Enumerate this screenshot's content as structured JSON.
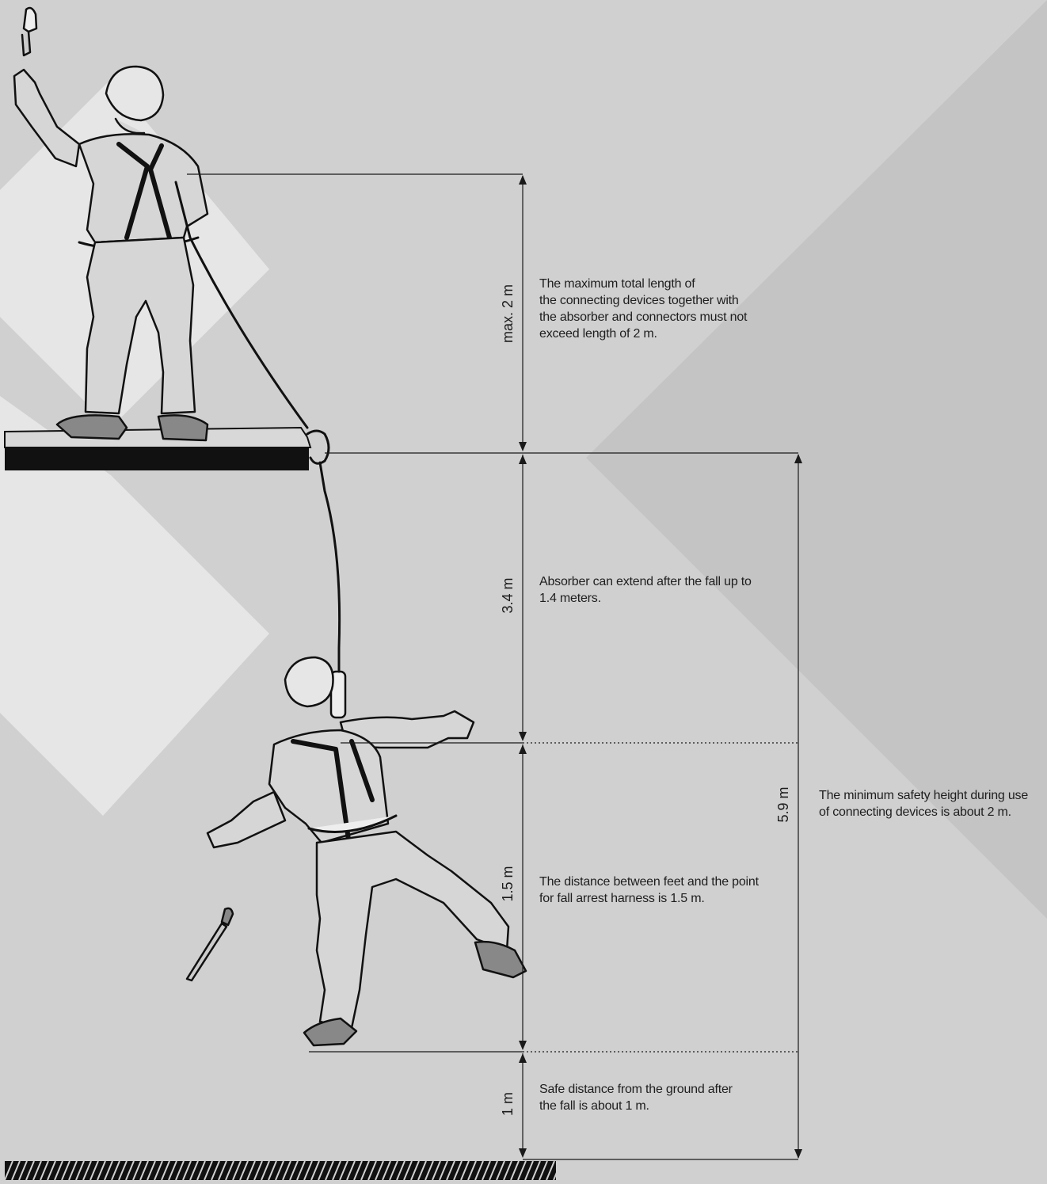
{
  "dimensions": {
    "max2m": {
      "label": "max. 2 m",
      "note": "The maximum total length of\nthe connecting devices together with\nthe absorber and connectors must not\nexceed length of 2 m."
    },
    "d34m": {
      "label": "3.4 m",
      "note": "Absorber can extend after the fall up to\n1.4 meters."
    },
    "d15m": {
      "label": "1.5 m",
      "note": "The distance between feet and the point\nfor fall arrest harness is 1.5 m."
    },
    "d1m": {
      "label": "1 m",
      "note": "Safe distance from the ground after\nthe fall is about 1 m."
    },
    "d59m": {
      "label": "5.9 m",
      "note": "The minimum safety height during use\nof connecting devices is about 2 m."
    }
  },
  "colors": {
    "background": "#d0d0d0",
    "light_shape": "#e6e6e6",
    "dark_shape": "#c2c2c2",
    "line": "#1a1a1a"
  },
  "icons": {
    "worker_top": "worker-painting-icon",
    "worker_fall": "worker-falling-icon",
    "brush": "paint-brush-icon",
    "lanyard": "lanyard-icon"
  }
}
